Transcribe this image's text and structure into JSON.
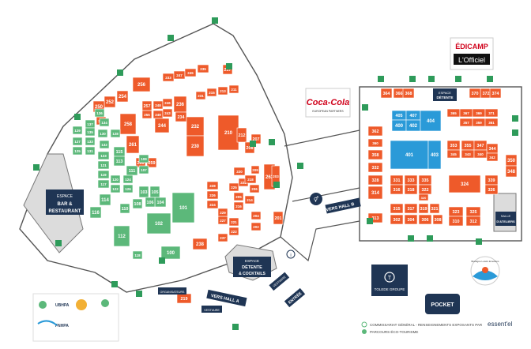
{
  "colors": {
    "orange": "#ee5a2a",
    "green": "#5cb87a",
    "blue": "#2a9ad8",
    "floor": "#ffffff",
    "wall": "#555555",
    "gray_zone": "#dcdcdc",
    "navy": "#1f3554",
    "exit_green": "#2e9b5a"
  },
  "areas": {
    "bar": "ESPACE\nBAR &\nRESTAURANT",
    "detente_left": "ESPACE\nDÉTENTE\n& COCKTAILS",
    "detente_right": "ESPACE\nDÉTENTE",
    "ateliers": "SALLE\nD'ATELIERS",
    "vers_hall_a": "VERS HALL A",
    "vers_hall_b": "VERS HALL B",
    "vestiaire_top": "VESTIAIRE",
    "vestiaire_bottom": "VESTIAIRE",
    "entree": "ENTRÉE",
    "organisateurs": "ORGANISATEURS"
  },
  "sponsors": {
    "coca": "Coca-Cola",
    "coca_sub": "EUROPEAN PARTNERS",
    "edicamp": "ÉDICAMP",
    "officiel": "L'Officiel",
    "toledo": "TOLEDE GROUPE",
    "pocket": "POCKET",
    "bretagne": "Bretagne Loisirs Emotions",
    "uh": "UBHPA",
    "fnhpa": "FNHPA",
    "essentiel": "essent'el"
  },
  "legend": {
    "line1": "COMMISSARIAT GÉNÉRAL - RENSEIGNEMENTS EXPOSANTS PAR",
    "line2": "PARCOURS ÉCO-TOURISME"
  },
  "stands": [
    {
      "n": "256",
      "c": "o"
    },
    {
      "n": "233",
      "c": "o"
    },
    {
      "n": "247",
      "c": "o"
    },
    {
      "n": "245",
      "c": "o"
    },
    {
      "n": "235",
      "c": "o"
    },
    {
      "n": "217",
      "c": "o"
    },
    {
      "n": "254",
      "c": "o"
    },
    {
      "n": "252",
      "c": "o"
    },
    {
      "n": "250",
      "c": "o"
    },
    {
      "n": "257",
      "c": "o"
    },
    {
      "n": "248",
      "c": "o"
    },
    {
      "n": "246",
      "c": "o"
    },
    {
      "n": "236",
      "c": "o"
    },
    {
      "n": "231",
      "c": "o"
    },
    {
      "n": "215",
      "c": "o"
    },
    {
      "n": "213",
      "c": "o"
    },
    {
      "n": "211",
      "c": "o"
    },
    {
      "n": "255",
      "c": "o"
    },
    {
      "n": "249",
      "c": "o"
    },
    {
      "n": "243",
      "c": "o"
    },
    {
      "n": "234",
      "c": "o"
    },
    {
      "n": "258",
      "c": "o"
    },
    {
      "n": "244",
      "c": "o"
    },
    {
      "n": "232",
      "c": "o"
    },
    {
      "n": "210",
      "c": "o"
    },
    {
      "n": "230",
      "c": "o"
    },
    {
      "n": "212",
      "c": "o"
    },
    {
      "n": "208",
      "c": "o"
    },
    {
      "n": "207",
      "c": "o"
    },
    {
      "n": "261",
      "c": "o"
    },
    {
      "n": "260",
      "c": "o"
    },
    {
      "n": "259",
      "c": "o"
    },
    {
      "n": "262",
      "c": "o"
    },
    {
      "n": "263",
      "c": "o"
    },
    {
      "n": "228",
      "c": "o"
    },
    {
      "n": "226",
      "c": "o"
    },
    {
      "n": "224",
      "c": "o"
    },
    {
      "n": "225",
      "c": "o"
    },
    {
      "n": "223",
      "c": "o"
    },
    {
      "n": "220",
      "c": "o"
    },
    {
      "n": "218",
      "c": "o"
    },
    {
      "n": "206",
      "c": "o"
    },
    {
      "n": "205",
      "c": "o"
    },
    {
      "n": "209",
      "c": "o"
    },
    {
      "n": "216",
      "c": "o"
    },
    {
      "n": "214",
      "c": "o"
    },
    {
      "n": "203",
      "c": "o"
    },
    {
      "n": "201",
      "c": "o"
    },
    {
      "n": "227",
      "c": "o"
    },
    {
      "n": "229",
      "c": "o"
    },
    {
      "n": "221",
      "c": "o"
    },
    {
      "n": "222",
      "c": "o"
    },
    {
      "n": "204",
      "c": "o"
    },
    {
      "n": "202",
      "c": "o"
    },
    {
      "n": "238",
      "c": "o"
    },
    {
      "n": "237",
      "c": "o"
    },
    {
      "n": "219",
      "c": "o"
    },
    {
      "n": "137",
      "c": "g"
    },
    {
      "n": "135",
      "c": "g"
    },
    {
      "n": "133",
      "c": "g"
    },
    {
      "n": "131",
      "c": "g"
    },
    {
      "n": "129",
      "c": "g"
    },
    {
      "n": "127",
      "c": "g"
    },
    {
      "n": "125",
      "c": "g"
    },
    {
      "n": "123",
      "c": "g"
    },
    {
      "n": "121",
      "c": "g"
    },
    {
      "n": "119",
      "c": "g"
    },
    {
      "n": "117",
      "c": "g"
    },
    {
      "n": "115",
      "c": "g"
    },
    {
      "n": "113",
      "c": "g"
    },
    {
      "n": "111",
      "c": "g"
    },
    {
      "n": "109",
      "c": "g"
    },
    {
      "n": "107",
      "c": "g"
    },
    {
      "n": "105",
      "c": "g"
    },
    {
      "n": "103",
      "c": "g"
    },
    {
      "n": "101",
      "c": "g"
    },
    {
      "n": "100",
      "c": "g"
    },
    {
      "n": "102",
      "c": "g"
    },
    {
      "n": "104",
      "c": "g"
    },
    {
      "n": "106",
      "c": "g"
    },
    {
      "n": "108",
      "c": "g"
    },
    {
      "n": "110",
      "c": "g"
    },
    {
      "n": "112",
      "c": "g"
    },
    {
      "n": "114",
      "c": "g"
    },
    {
      "n": "116",
      "c": "g"
    },
    {
      "n": "118",
      "c": "g"
    },
    {
      "n": "120",
      "c": "g"
    },
    {
      "n": "122",
      "c": "g"
    },
    {
      "n": "124",
      "c": "g"
    },
    {
      "n": "126",
      "c": "g"
    },
    {
      "n": "128",
      "c": "g"
    },
    {
      "n": "130",
      "c": "g"
    },
    {
      "n": "132",
      "c": "g"
    },
    {
      "n": "134",
      "c": "g"
    },
    {
      "n": "136",
      "c": "g"
    },
    {
      "n": "364",
      "c": "o"
    },
    {
      "n": "366",
      "c": "o"
    },
    {
      "n": "368",
      "c": "o"
    },
    {
      "n": "372",
      "c": "o"
    },
    {
      "n": "374",
      "c": "o"
    },
    {
      "n": "370",
      "c": "o"
    },
    {
      "n": "362",
      "c": "o"
    },
    {
      "n": "360",
      "c": "o"
    },
    {
      "n": "358",
      "c": "o"
    },
    {
      "n": "332",
      "c": "o"
    },
    {
      "n": "328",
      "c": "o"
    },
    {
      "n": "314",
      "c": "o"
    },
    {
      "n": "365",
      "c": "o"
    },
    {
      "n": "367",
      "c": "o"
    },
    {
      "n": "369",
      "c": "o"
    },
    {
      "n": "371",
      "c": "o"
    },
    {
      "n": "357",
      "c": "o"
    },
    {
      "n": "359",
      "c": "o"
    },
    {
      "n": "361",
      "c": "o"
    },
    {
      "n": "353",
      "c": "o"
    },
    {
      "n": "355",
      "c": "o"
    },
    {
      "n": "347",
      "c": "o"
    },
    {
      "n": "344",
      "c": "o"
    },
    {
      "n": "345",
      "c": "o"
    },
    {
      "n": "343",
      "c": "o"
    },
    {
      "n": "340",
      "c": "o"
    },
    {
      "n": "342",
      "c": "o"
    },
    {
      "n": "331",
      "c": "o"
    },
    {
      "n": "333",
      "c": "o"
    },
    {
      "n": "335",
      "c": "o"
    },
    {
      "n": "322",
      "c": "o"
    },
    {
      "n": "316",
      "c": "o"
    },
    {
      "n": "318",
      "c": "o"
    },
    {
      "n": "320",
      "c": "o"
    },
    {
      "n": "324",
      "c": "o"
    },
    {
      "n": "339",
      "c": "o"
    },
    {
      "n": "326",
      "c": "o"
    },
    {
      "n": "350",
      "c": "o"
    },
    {
      "n": "348",
      "c": "o"
    },
    {
      "n": "315",
      "c": "o"
    },
    {
      "n": "317",
      "c": "o"
    },
    {
      "n": "319",
      "c": "o"
    },
    {
      "n": "321",
      "c": "o"
    },
    {
      "n": "323",
      "c": "o"
    },
    {
      "n": "325",
      "c": "o"
    },
    {
      "n": "302",
      "c": "o"
    },
    {
      "n": "304",
      "c": "o"
    },
    {
      "n": "306",
      "c": "o"
    },
    {
      "n": "308",
      "c": "o"
    },
    {
      "n": "310",
      "c": "o"
    },
    {
      "n": "312",
      "c": "o"
    },
    {
      "n": "313",
      "c": "o"
    },
    {
      "n": "405",
      "c": "b"
    },
    {
      "n": "407",
      "c": "b"
    },
    {
      "n": "400",
      "c": "b"
    },
    {
      "n": "402",
      "c": "b"
    },
    {
      "n": "404",
      "c": "b"
    },
    {
      "n": "401",
      "c": "b"
    },
    {
      "n": "403",
      "c": "b"
    }
  ]
}
